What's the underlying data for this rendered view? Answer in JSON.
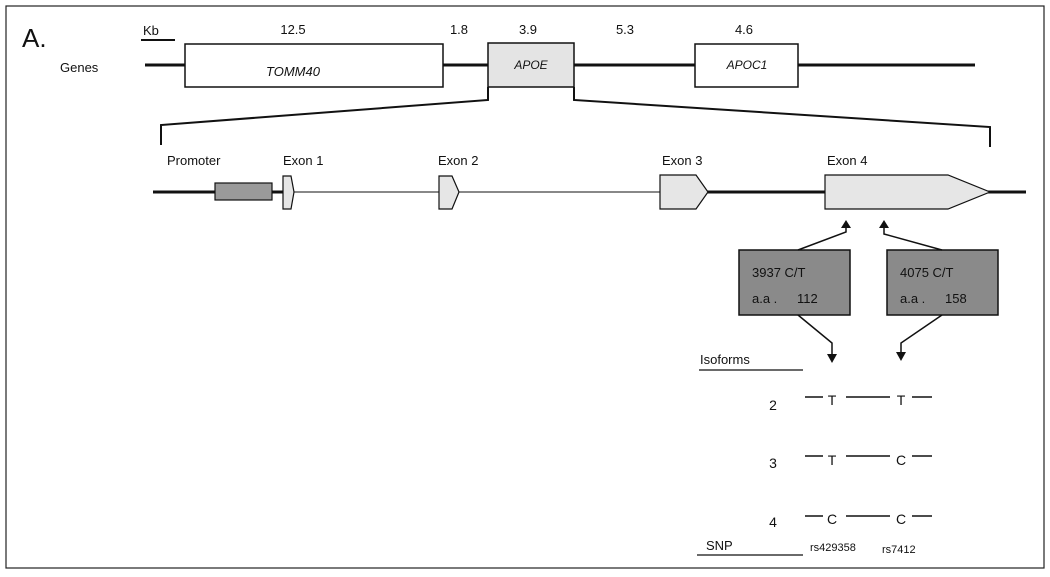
{
  "panel_label": "A.",
  "scale_label": "Kb",
  "genes_label": "Genes",
  "gene_sizes": [
    "12.5",
    "1.8",
    "3.9",
    "5.3",
    "4.6"
  ],
  "genes": [
    {
      "name": "TOMM40",
      "highlight": false
    },
    {
      "name": "APOE",
      "highlight": true
    },
    {
      "name": "APOC1",
      "highlight": false
    }
  ],
  "promoter_label": "Promoter",
  "exons": [
    "Exon 1",
    "Exon 2",
    "Exon 3",
    "Exon 4"
  ],
  "snps": [
    {
      "position": "3937 C/T",
      "aa_label": "a.a .",
      "aa_value": "112"
    },
    {
      "position": "4075 C/T",
      "aa_label": "a.a .",
      "aa_value": "158"
    }
  ],
  "isoforms_label": "Isoforms",
  "isoforms": [
    {
      "number": "2",
      "allele1": "T",
      "allele2": "T"
    },
    {
      "number": "3",
      "allele1": "T",
      "allele2": "C"
    },
    {
      "number": "4",
      "allele1": "C",
      "allele2": "C"
    }
  ],
  "snp_label": "SNP",
  "snp_ids": [
    "rs429358",
    "rs7412"
  ],
  "colors": {
    "line": "#111111",
    "box_fill": "#ffffff",
    "highlight_fill": "#e4e4e4",
    "snp_box_fill": "#8a8a8a",
    "promoter_fill": "#9a9a9a",
    "exon_fill": "#e6e6e6"
  }
}
